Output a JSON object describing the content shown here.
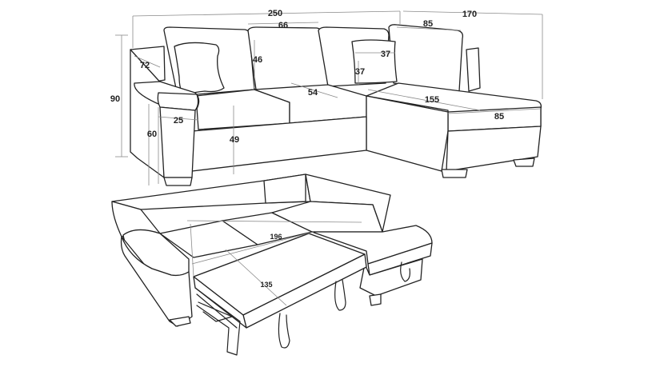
{
  "dimensions": {
    "total_width": "250",
    "depth_right": "170",
    "seat_width": "66",
    "chaise_back_width": "85",
    "back_height_inner": "46",
    "pillow": "37",
    "pillow_height": "37",
    "arm_depth": "72",
    "total_height": "90",
    "seat_depth": "54",
    "chaise_length": "155",
    "chaise_width": "85",
    "arm_width": "25",
    "seat_height": "60",
    "base_height": "49",
    "bed_length": "196",
    "bed_width": "135"
  }
}
